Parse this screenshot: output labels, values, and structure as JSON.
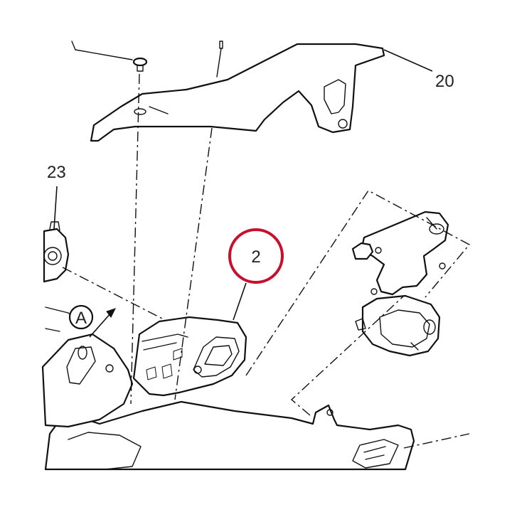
{
  "callouts": {
    "main_part": "2",
    "top_bracket": "20",
    "left_part": "23",
    "view_marker": "A"
  },
  "colors": {
    "highlight_ring": "#c8102e",
    "line_art": "#111111"
  }
}
